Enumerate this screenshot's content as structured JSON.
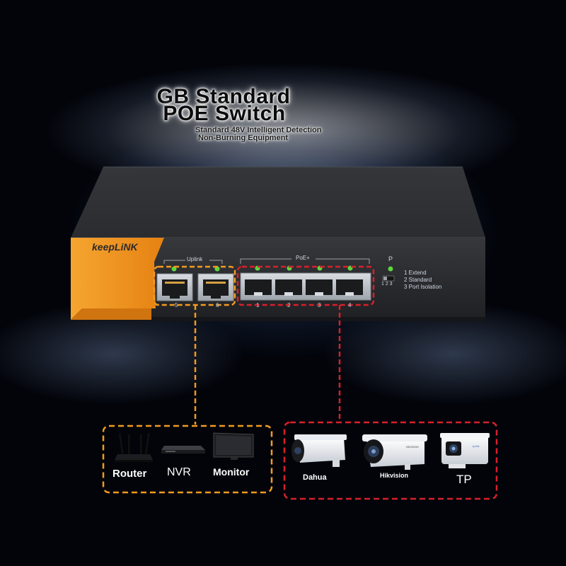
{
  "headline": {
    "line1": "GB Standard",
    "line2": "POE Switch",
    "sub1": "Standard 48V Intelligent Detection",
    "sub2": "Non-Burning Equipment"
  },
  "device": {
    "brand": "keepLiNK",
    "uplink_label": "Uplink",
    "poe_label": "PoE+",
    "mode_switch_label": "P",
    "mode_positions": "1 2 3",
    "modes": [
      "1 Extend",
      "2 Standard",
      "3 Port Isolation"
    ],
    "uplink_ports": [
      "5",
      "6"
    ],
    "poe_ports": [
      "1",
      "2",
      "3",
      "4"
    ]
  },
  "uplink_devices": {
    "items": [
      {
        "label": "Router",
        "icon": "router-icon"
      },
      {
        "label": "NVR",
        "icon": "nvr-icon"
      },
      {
        "label": "Monitor",
        "icon": "monitor-icon"
      }
    ]
  },
  "poe_devices": {
    "items": [
      {
        "label": "Dahua",
        "icon": "camera-icon"
      },
      {
        "label": "Hikvision",
        "icon": "camera-icon"
      },
      {
        "label": "TP",
        "icon": "camera-icon"
      }
    ]
  },
  "colors": {
    "orange_accent": "#f39a1e",
    "red_accent": "#d8202a",
    "led_green": "#5fd640",
    "chassis": "#2a2b2e"
  }
}
